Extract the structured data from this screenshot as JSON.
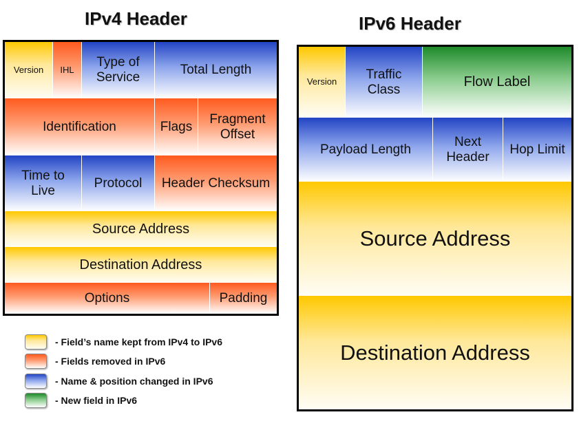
{
  "ipv4": {
    "title": "IPv4 Header",
    "version": "Version",
    "ihl": "IHL",
    "tos": "Type of Service",
    "total_length": "Total Length",
    "identification": "Identification",
    "flags": "Flags",
    "fragment_offset": "Fragment Offset",
    "ttl": "Time to Live",
    "protocol": "Protocol",
    "header_checksum": "Header Checksum",
    "source_address": "Source Address",
    "destination_address": "Destination Address",
    "options": "Options",
    "padding": "Padding"
  },
  "ipv6": {
    "title": "IPv6 Header",
    "version": "Version",
    "traffic_class": "Traffic Class",
    "flow_label": "Flow Label",
    "payload_length": "Payload Length",
    "next_header": "Next Header",
    "hop_limit": "Hop Limit",
    "source_address": "Source Address",
    "destination_address": "Destination Address"
  },
  "legend": {
    "kept": "- Field’s name kept from IPv4 to IPv6",
    "removed": "- Fields removed in IPv6",
    "changed": "- Name & position changed in IPv6",
    "new": "- New field in IPv6"
  },
  "colors": {
    "kept": "#ffc800",
    "removed": "#ff5a1e",
    "changed": "#2244c4",
    "new": "#1e8a2a"
  }
}
